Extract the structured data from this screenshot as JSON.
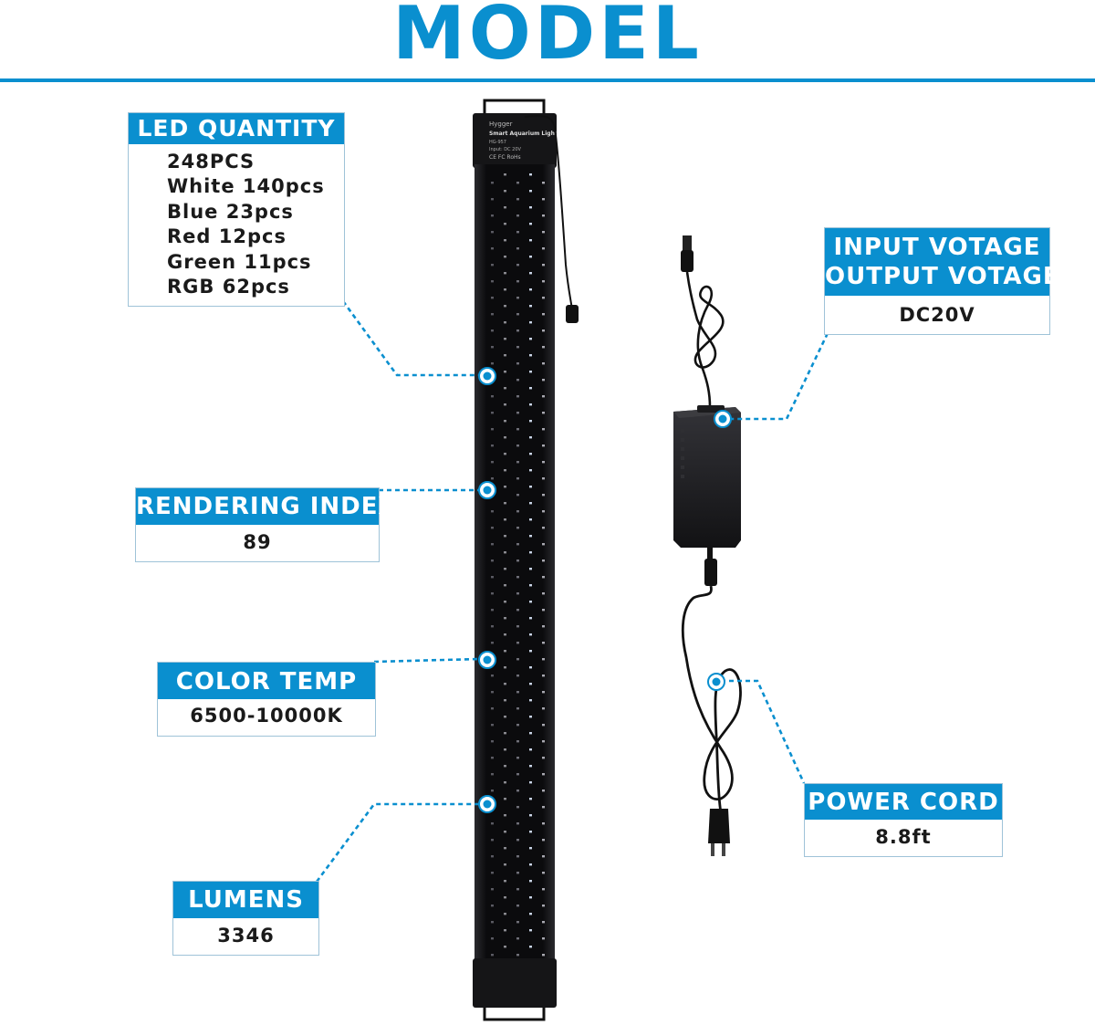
{
  "page": {
    "title": "MODEL"
  },
  "colors": {
    "accent": "#0a8fcf",
    "bar": "#0c0c0e",
    "adapter": "#1c1c1e"
  },
  "led_quantity": {
    "title": "LED QUANTITY",
    "items": [
      "248PCS",
      "White 140pcs",
      "Blue 23pcs",
      "Red 12pcs",
      "Green 11pcs",
      "RGB 62pcs"
    ]
  },
  "rendering_index": {
    "title": "RENDERING  INDEX",
    "value": "89"
  },
  "color_temp": {
    "title": "COLOR  TEMP",
    "value": "6500-10000K"
  },
  "lumens": {
    "title": "LUMENS",
    "value": "3346"
  },
  "voltage": {
    "title_line1": "INPUT VOTAGE",
    "title_line2": "OUTPUT  VOTAGE",
    "value": "DC20V"
  },
  "power_cord": {
    "title": "POWER  CORD",
    "value": "8.8ft"
  },
  "light_label": {
    "brand": "Hygger",
    "line1": "Smart Aquarium Light",
    "line2": "HG-957",
    "line3": "Input: DC 20V",
    "marks": "CE   FC   RoHs"
  }
}
